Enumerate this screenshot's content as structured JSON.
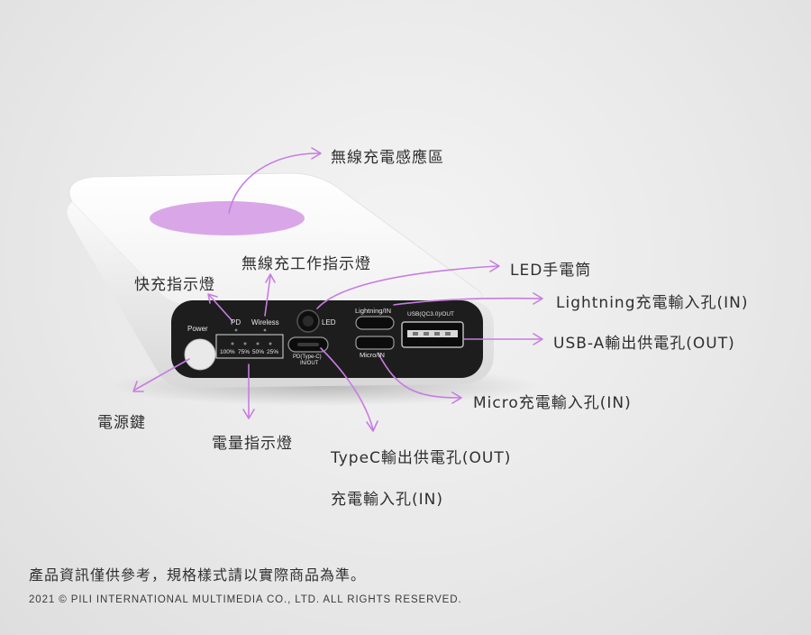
{
  "callouts": {
    "wireless_zone": "無線充電感應區",
    "wireless_indicator": "無線充工作指示燈",
    "fast_charge_indicator": "快充指示燈",
    "led_flashlight": "LED手電筒",
    "lightning_in": "Lightning充電輸入孔(IN)",
    "usba_out": "USB-A輸出供電孔(OUT)",
    "micro_in": "Micro充電輸入孔(IN)",
    "power_key": "電源鍵",
    "battery_indicator": "電量指示燈",
    "typec_out": "TypeC輸出供電孔(OUT)",
    "typec_in": "充電輸入孔(IN)"
  },
  "device": {
    "power": "Power",
    "pd": "PD",
    "wireless": "Wireless",
    "led": "LED",
    "lightning_port": "Lightning/IN",
    "usb_port": "USB(QC3.0)/OUT",
    "micro_port": "Micro/IN",
    "typec_port_line1": "PD(Type-C)",
    "typec_port_line2": "IN/OUT",
    "levels": [
      "100%",
      "75%",
      "50%",
      "25%"
    ]
  },
  "footer": {
    "note": "產品資訊僅供參考，規格樣式請以實際商品為準。",
    "copyright": "2021 © PILI INTERNATIONAL MULTIMEDIA CO., LTD. ALL RIGHTS RESERVED."
  },
  "colors": {
    "accent": "#c77de0",
    "wireless_pad": "#d9a6e8",
    "device_body": "#ffffff",
    "panel": "#1d1d1d"
  }
}
